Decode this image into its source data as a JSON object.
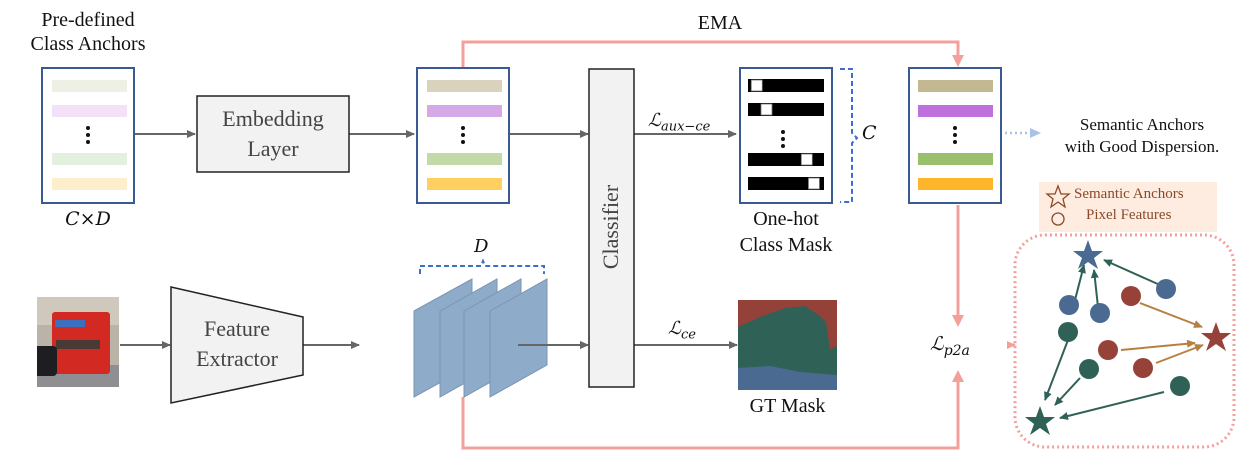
{
  "labels": {
    "predefined_anchors": "Pre-defined\nClass Anchors",
    "cxd": "C×D",
    "embedding_layer_line1": "Embedding",
    "embedding_layer_line2": "Layer",
    "ema": "EMA",
    "classifier": "Classifier",
    "loss_aux_ce": "ℒ",
    "loss_aux_ce_sub": "aux−ce",
    "one_hot_line1": "One-hot",
    "one_hot_line2": "Class Mask",
    "c_brace": "C",
    "semantic_anchors_line1": "Semantic Anchors",
    "semantic_anchors_line2": "with Good Dispersion.",
    "legend_star": "Semantic Anchors",
    "legend_circle": "Pixel Features",
    "d_brace": "D",
    "feature_extractor_line1": "Feature",
    "feature_extractor_line2": "Extractor",
    "loss_ce": "ℒ",
    "loss_ce_sub": "ce",
    "gt_mask": "GT Mask",
    "loss_p2a": "ℒ",
    "loss_p2a_sub": "p2a"
  },
  "colors": {
    "anchor_box_border": "#3a5a94",
    "flow_arrow": "#666666",
    "ema_line": "#f4a09a",
    "brace": "#3d6fc4",
    "feature_map": "#8eabc9",
    "blue_class": "#4a6a92",
    "red_class": "#974239",
    "green_class": "#2f6157",
    "legend_bg": "#fdecdf",
    "legend_text": "#8a4a2a",
    "predefined_bars": [
      "#eef0e6",
      "#f3e1f7",
      "#e4f0df",
      "#fdefcc"
    ],
    "learned_bars": [
      "#d9d2bd",
      "#d4a9e6",
      "#c2d9a8",
      "#ffd060"
    ],
    "semantic_bars": [
      "#c2b891",
      "#be70dd",
      "#9cbf6e",
      "#ffb52a"
    ]
  },
  "one_hot_rows": [
    0.05,
    0.2,
    0.82,
    0.93
  ]
}
